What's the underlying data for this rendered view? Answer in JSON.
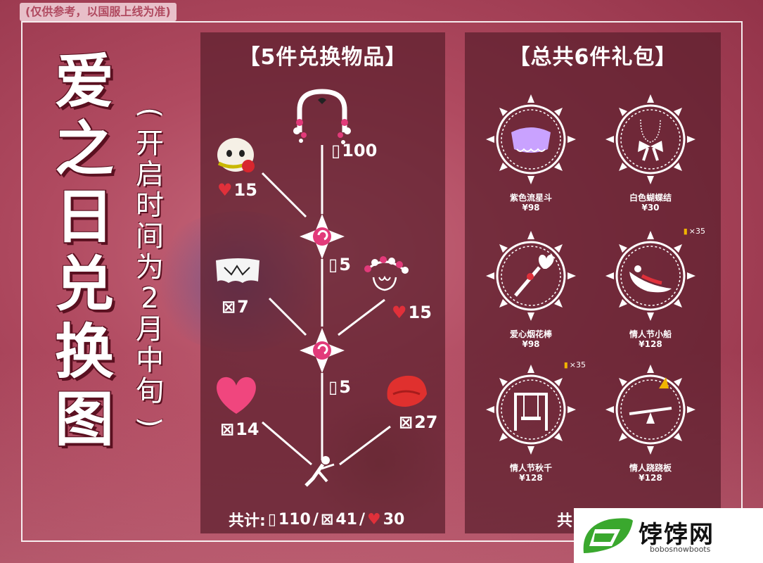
{
  "disclaimer": "(仅供参考，以国服上线为准)",
  "title_chars": [
    "爱",
    "之",
    "日",
    "兑",
    "换",
    "图"
  ],
  "subtitle": {
    "open_paren": "(",
    "chars": [
      "开",
      "启",
      "时",
      "间",
      "为",
      "2",
      "月",
      "中",
      "旬"
    ],
    "close_paren": ")"
  },
  "left_panel": {
    "title": "【5件兑换物品】",
    "items": {
      "arch": "100",
      "mask": "15",
      "node1": "5",
      "cape": "7",
      "headpiece": "15",
      "node2": "5",
      "heart": "14",
      "hat": "27"
    },
    "total": {
      "label": "共计:",
      "candles": "110",
      "tickets": "41",
      "hearts": "30",
      "sep": "/"
    }
  },
  "right_panel": {
    "title": "【总共6件礼包】",
    "gifts": [
      {
        "name": "紫色流星斗",
        "price": "¥98",
        "badge": ""
      },
      {
        "name": "白色蝴蝶结",
        "price": "¥30",
        "badge": ""
      },
      {
        "name": "爱心烟花棒",
        "price": "¥98",
        "badge": ""
      },
      {
        "name": "情人节小船",
        "price": "¥128",
        "badge": "×35"
      },
      {
        "name": "情人节秋千",
        "price": "¥128",
        "badge": "×35"
      },
      {
        "name": "情人跷跷板",
        "price": "¥128",
        "badge": ""
      }
    ],
    "partial_total": "共"
  },
  "watermark": {
    "text": "饽饽网",
    "sub": "bobosnowboots"
  },
  "colors": {
    "heart": "#e0303a",
    "accent_pink": "#e23a7a",
    "panel": "#5a1e2d",
    "gold": "#f0b400"
  }
}
